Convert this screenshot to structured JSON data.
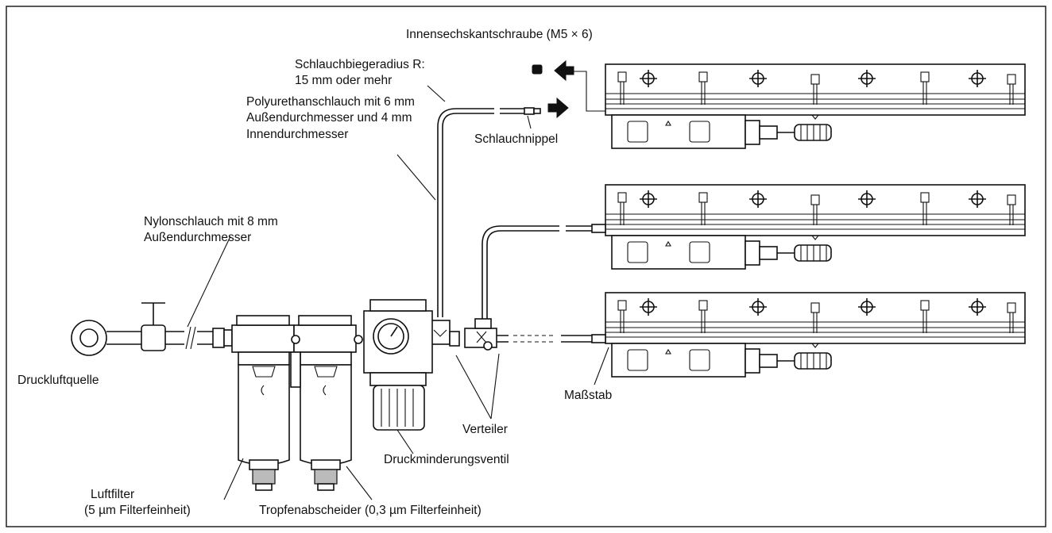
{
  "labels": {
    "screw": "Innensechskantschraube (M5 × 6)",
    "bend_radius_1": "Schlauchbiegeradius R:",
    "bend_radius_2": "15 mm oder mehr",
    "pu_hose_1": "Polyurethanschlauch mit 6 mm",
    "pu_hose_2": "Außendurchmesser und 4 mm",
    "pu_hose_3": "Innendurchmesser",
    "nipple": "Schlauchnippel",
    "nylon_1": "Nylonschlauch mit 8 mm",
    "nylon_2": "Außendurchmesser",
    "source": "Druckluftquelle",
    "scale": "Maßstab",
    "manifold": "Verteiler",
    "regulator": "Druckminderungsventil",
    "filter_1": "Luftfilter",
    "filter_2": "(5 µm Filterfeinheit)",
    "mist": "Tropfenabscheider (0,3 µm Filterfeinheit)"
  }
}
